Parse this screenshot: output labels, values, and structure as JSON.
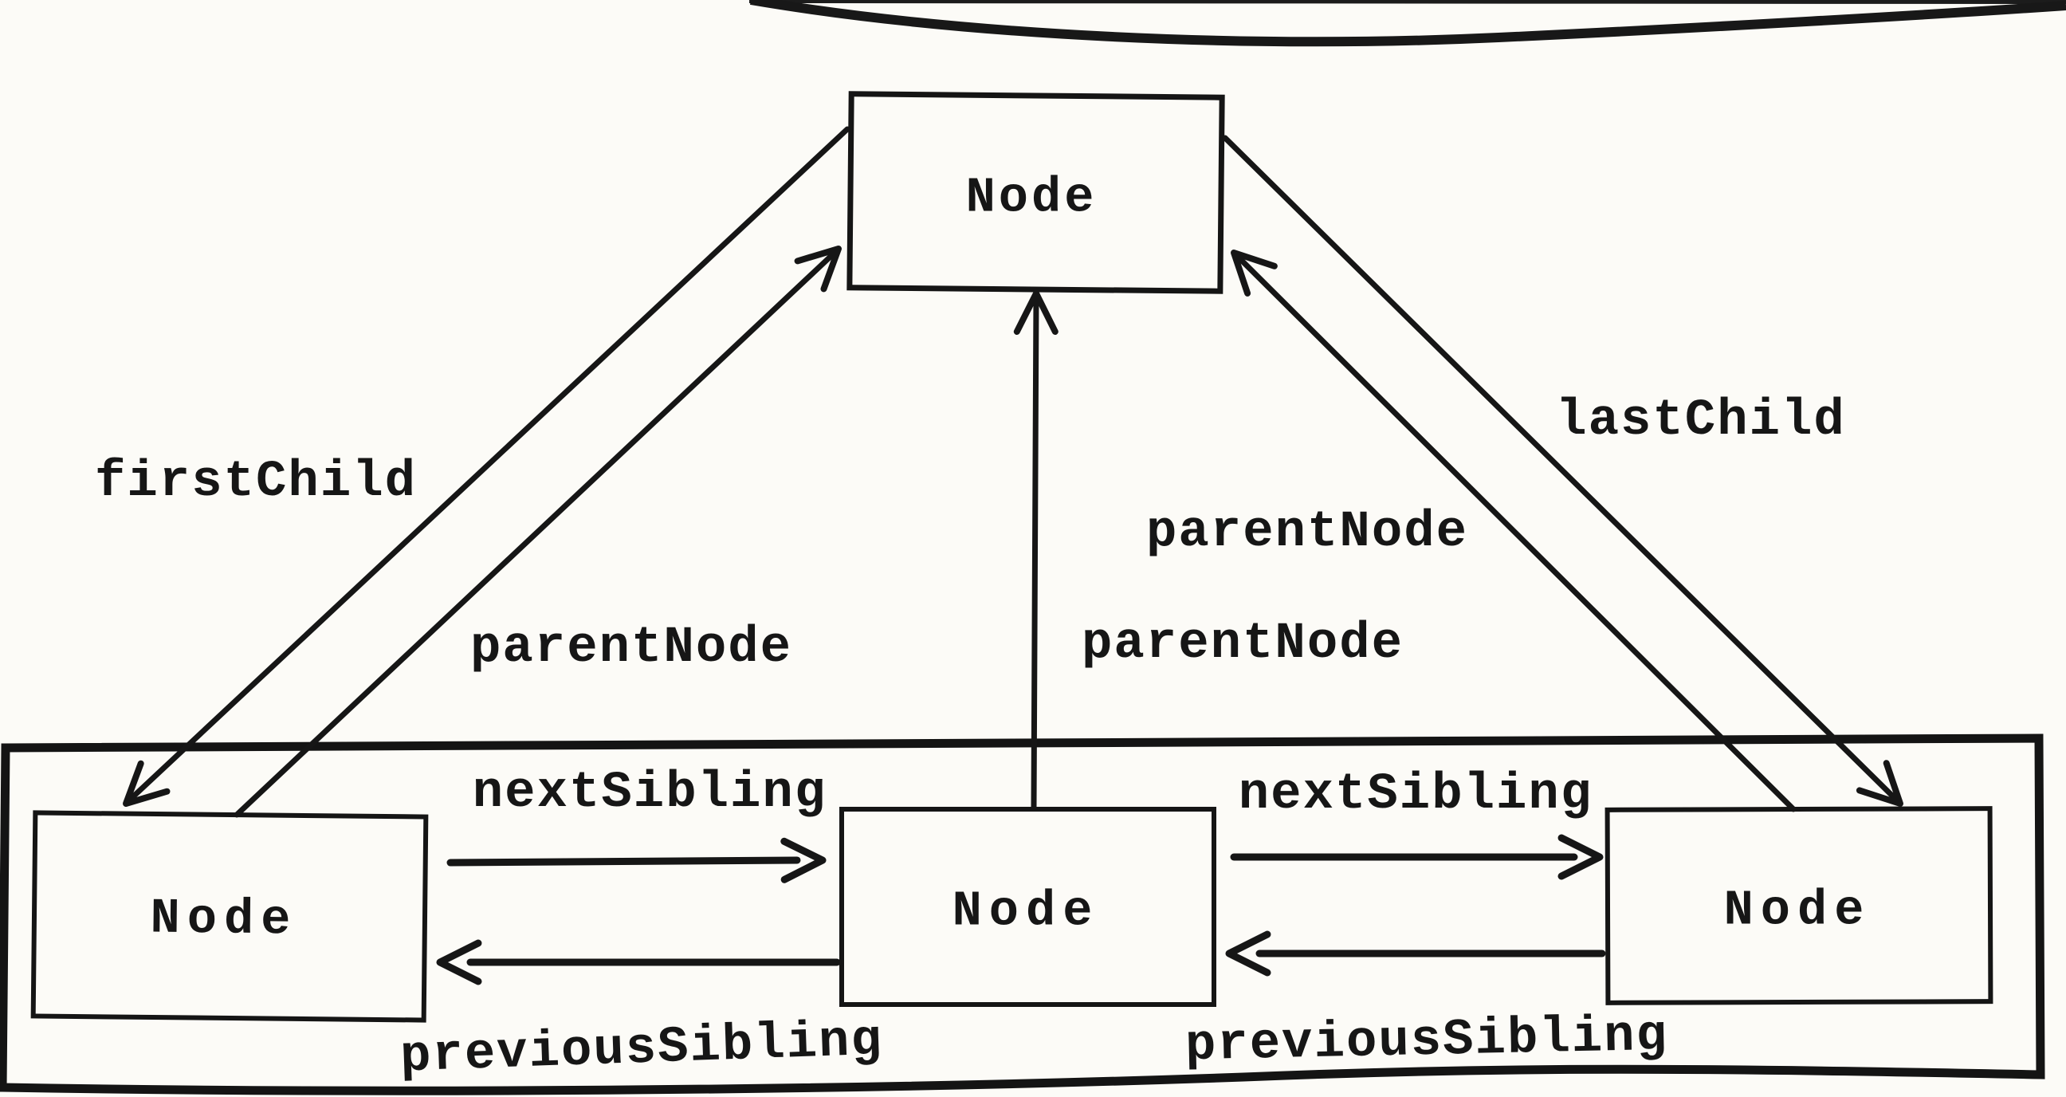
{
  "figure": {
    "type": "scanned-book-diagram",
    "subject": "DOM Node relationship pointers",
    "ink_color": "#181818",
    "paper_color": "#fcfbf7"
  },
  "nodes": {
    "parent": {
      "label": "Node"
    },
    "child_first": {
      "label": "Node"
    },
    "child_middle": {
      "label": "Node"
    },
    "child_last": {
      "label": "Node"
    }
  },
  "relationships": {
    "first_child": {
      "label": "firstChild"
    },
    "last_child": {
      "label": "lastChild"
    },
    "parent_node_from_first": {
      "label": "parentNode"
    },
    "parent_node_from_middle": {
      "label": "parentNode"
    },
    "parent_node_from_last": {
      "label": "parentNode"
    },
    "next_sibling_left": {
      "label": "nextSibling"
    },
    "next_sibling_right": {
      "label": "nextSibling"
    },
    "previous_sibling_left": {
      "label": "previousSibling"
    },
    "previous_sibling_right": {
      "label": "previousSibling"
    }
  }
}
